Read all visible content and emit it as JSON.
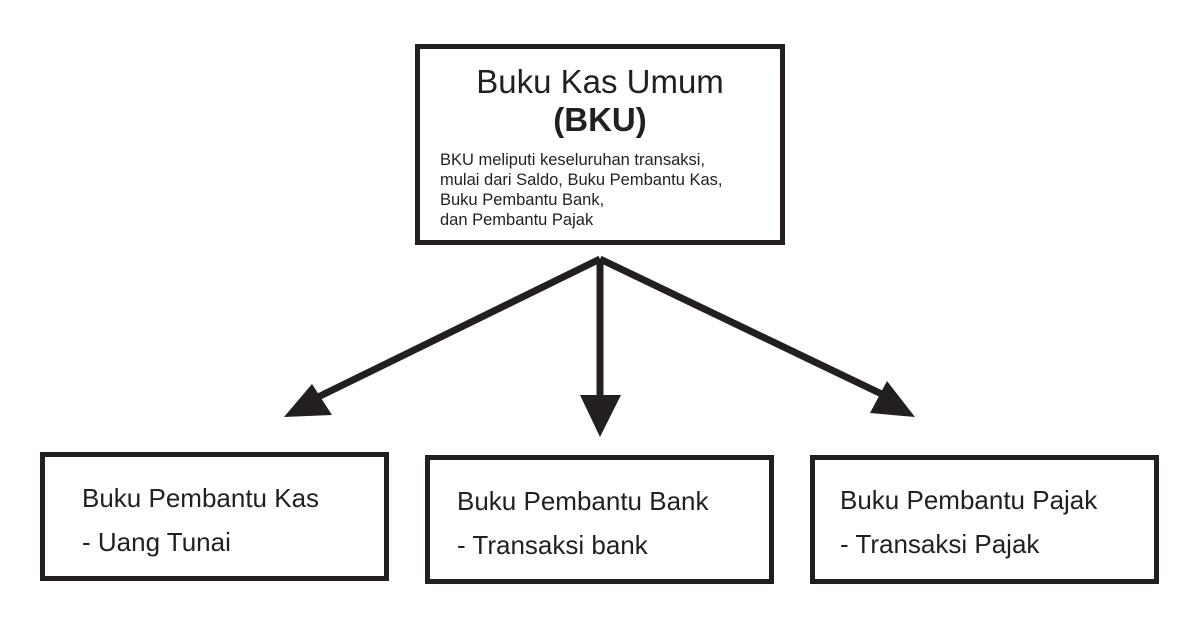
{
  "diagram": {
    "root": {
      "title": "Buku Kas Umum",
      "subtitle": "(BKU)",
      "description_lines": [
        "BKU meliputi keseluruhan transaksi,",
        "mulai dari Saldo, Buku Pembantu Kas,",
        "Buku Pembantu Bank,",
        "dan Pembantu Pajak"
      ]
    },
    "children": [
      {
        "title": "Buku Pembantu Kas",
        "subtitle": "- Uang Tunai"
      },
      {
        "title": "Buku Pembantu Bank",
        "subtitle": "- Transaksi bank"
      },
      {
        "title": "Buku Pembantu Pajak",
        "subtitle": "- Transaksi Pajak"
      }
    ],
    "colors": {
      "stroke": "#231f20",
      "background": "#ffffff"
    }
  }
}
